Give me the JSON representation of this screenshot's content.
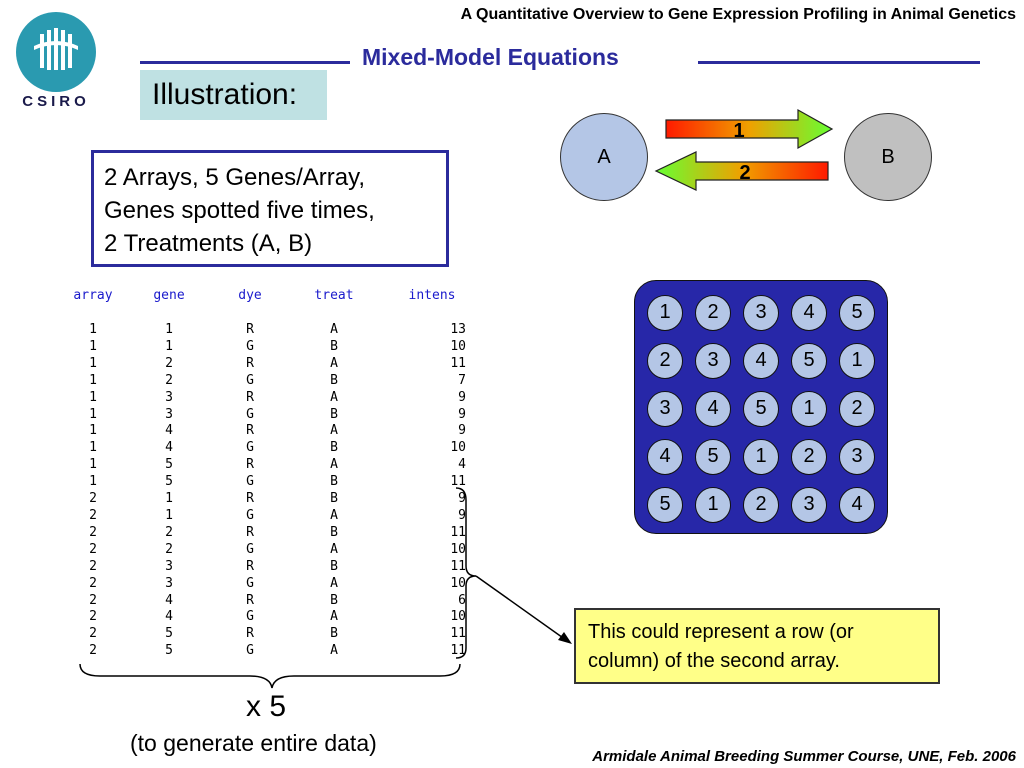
{
  "header": {
    "course_title": "A Quantitative Overview to Gene Expression Profiling in Animal Genetics",
    "section_title": "Mixed-Model Equations",
    "logo_text": "CSIRO"
  },
  "illustration_label": "Illustration:",
  "description": [
    "2 Arrays, 5 Genes/Array,",
    "Genes spotted five times,",
    "2 Treatments (A, B)"
  ],
  "table": {
    "headers": [
      "array",
      "gene",
      "dye",
      "treat",
      "intens"
    ],
    "rows": [
      [
        "1",
        "1",
        "R",
        "A",
        "13"
      ],
      [
        "1",
        "1",
        "G",
        "B",
        "10"
      ],
      [
        "1",
        "2",
        "R",
        "A",
        "11"
      ],
      [
        "1",
        "2",
        "G",
        "B",
        "7"
      ],
      [
        "1",
        "3",
        "R",
        "A",
        "9"
      ],
      [
        "1",
        "3",
        "G",
        "B",
        "9"
      ],
      [
        "1",
        "4",
        "R",
        "A",
        "9"
      ],
      [
        "1",
        "4",
        "G",
        "B",
        "10"
      ],
      [
        "1",
        "5",
        "R",
        "A",
        "4"
      ],
      [
        "1",
        "5",
        "G",
        "B",
        "11"
      ],
      [
        "2",
        "1",
        "R",
        "B",
        "9"
      ],
      [
        "2",
        "1",
        "G",
        "A",
        "9"
      ],
      [
        "2",
        "2",
        "R",
        "B",
        "11"
      ],
      [
        "2",
        "2",
        "G",
        "A",
        "10"
      ],
      [
        "2",
        "3",
        "R",
        "B",
        "11"
      ],
      [
        "2",
        "3",
        "G",
        "A",
        "10"
      ],
      [
        "2",
        "4",
        "R",
        "B",
        "6"
      ],
      [
        "2",
        "4",
        "G",
        "A",
        "10"
      ],
      [
        "2",
        "5",
        "R",
        "B",
        "11"
      ],
      [
        "2",
        "5",
        "G",
        "A",
        "11"
      ]
    ]
  },
  "multiplier": "x 5",
  "multiplier_note": "(to generate entire data)",
  "callout": "This could represent a row (or column) of the second array.",
  "diagram": {
    "node_a": "A",
    "node_b": "B",
    "arrow_1": "1",
    "arrow_2": "2"
  },
  "spot_grid": [
    [
      "1",
      "2",
      "3",
      "4",
      "5"
    ],
    [
      "2",
      "3",
      "4",
      "5",
      "1"
    ],
    [
      "3",
      "4",
      "5",
      "1",
      "2"
    ],
    [
      "4",
      "5",
      "1",
      "2",
      "3"
    ],
    [
      "5",
      "1",
      "2",
      "3",
      "4"
    ]
  ],
  "footer": "Armidale Animal Breeding Summer Course, UNE, Feb. 2006",
  "colors": {
    "title_blue": "#2b2b9c",
    "illustration_bg": "#bfe1e3",
    "callout_bg": "#ffff88",
    "grid_bg": "#2727a8",
    "spot_fill": "#b4c6e6",
    "logo_teal": "#2a9ab0"
  }
}
